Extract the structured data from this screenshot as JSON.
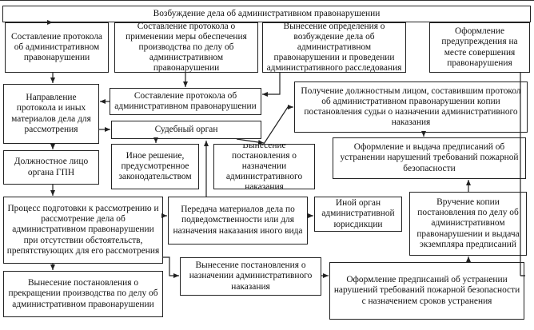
{
  "diagram": {
    "top": "Возбуждение дела об административном правонарушении",
    "b1": "Составление протокола об административном правонарушении",
    "b2": "Составление протокола о применении меры обеспечения производства по делу об административном правонарушении",
    "b3": "Вынесение определения о возбуждение дела об административном правонарушении и проведении административного расследования",
    "b4": "Оформление предупреждения на месте совершения правонарушения",
    "b5": "Направление протокола и иных материалов дела для рассмотрения",
    "b6": "Составление протокола об административном правонарушении",
    "b7": "Получение должностным лицом, составившим протокол об административном правонарушении копии постановления судьи о назначении административного наказания",
    "b8": "Судебный орган",
    "b9": "Иное решение, предусмотренное законодательством",
    "b10": "Вынесение постановления о назначении административного наказания",
    "b11": "Оформление и выдача предписаний об устранении нарушений требований пожарной безопасности",
    "b12": "Должностное лицо органа ГПН",
    "b13": "Вручение копии постановления по делу об административном правонарушении и выдача экземпляра предписаний",
    "b14": "Процесс подготовки к рассмотрению и рассмотрение дела об административном правонарушении при отсутствии обстоятельств, препятствующих для его рассмотрения",
    "b15": "Передача материалов дела по подведомственности или для назначения наказания иного вида",
    "b16": "Иной орган административной юрисдикции",
    "b17": "Вынесение постановления о назначении административного наказания",
    "b18": "Вынесение постановления о прекращении производства по делу об административном правонарушении",
    "b19": "Оформление предписаний об устранении нарушений требований пожарной безопасности с назначением сроков устранения"
  }
}
